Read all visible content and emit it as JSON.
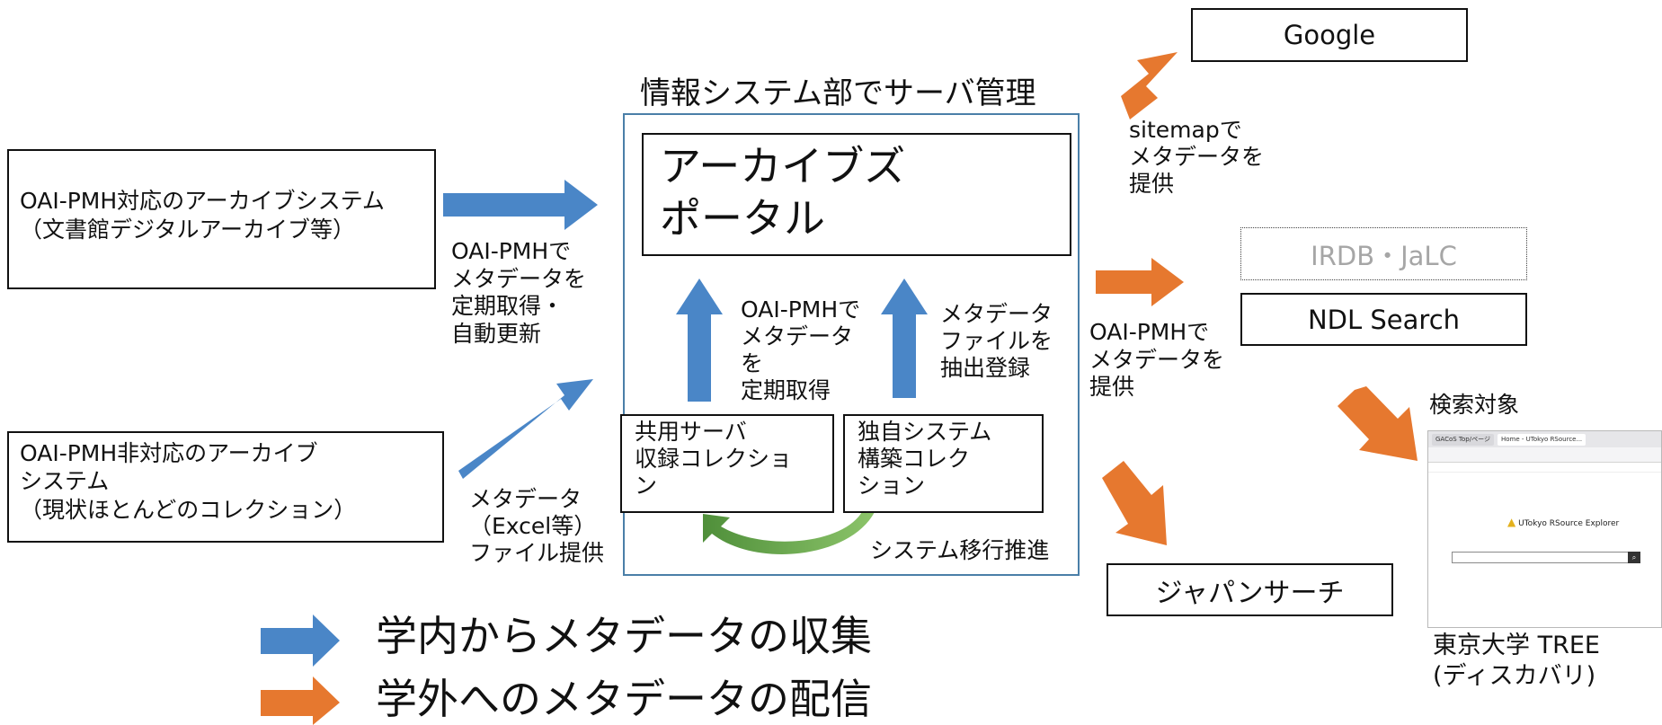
{
  "portal": {
    "header": "情報システム部でサーバ管理",
    "title": "アーカイブズ\nポータル",
    "left_arrow_label": "OAI-PMHで\nメタデータ\nを\n定期取得",
    "right_arrow_label": "メタデータ\nファイルを\n抽出登録",
    "shared_collection": "共用サーバ\n収録コレクショ\nン",
    "own_collection": "独自システム\n構築コレク\nション",
    "migration_label": "システム移行推進"
  },
  "sources": {
    "oai_archive": "OAI-PMH対応のアーカイブシステム\n（文書館デジタルアーカイブ等）",
    "oai_label": "OAI-PMHで\nメタデータを\n定期取得・\n自動更新",
    "non_oai_archive": "OAI-PMH非対応のアーカイブ\nシステム\n（現状ほとんどのコレクション）",
    "non_oai_label": "メタデータ\n（Excel等）\nファイル提供"
  },
  "destinations": {
    "google": "Google",
    "sitemap_label": "sitemapで\nメタデータを\n提供",
    "irdb": "IRDB・JaLC",
    "ndl": "NDL Search",
    "oai_provide_label": "OAI-PMHで\nメタデータを\n提供",
    "japan_search": "ジャパンサーチ",
    "search_target": "検索対象",
    "tree": "東京大学 TREE\n(ディスカバリ)"
  },
  "screenshot": {
    "tab1": "GACoS Top/ページ",
    "tab2": "Home - UTokyo RSource...",
    "logo": "UTokyo RSource Explorer"
  },
  "legend": {
    "collect": "学内からメタデータの収集",
    "distribute": "学外へのメタデータの配信"
  },
  "colors": {
    "blue": "#4a86c7",
    "orange": "#e6782f",
    "portal_border": "#4a7fa8",
    "green": "#5fa04e"
  }
}
